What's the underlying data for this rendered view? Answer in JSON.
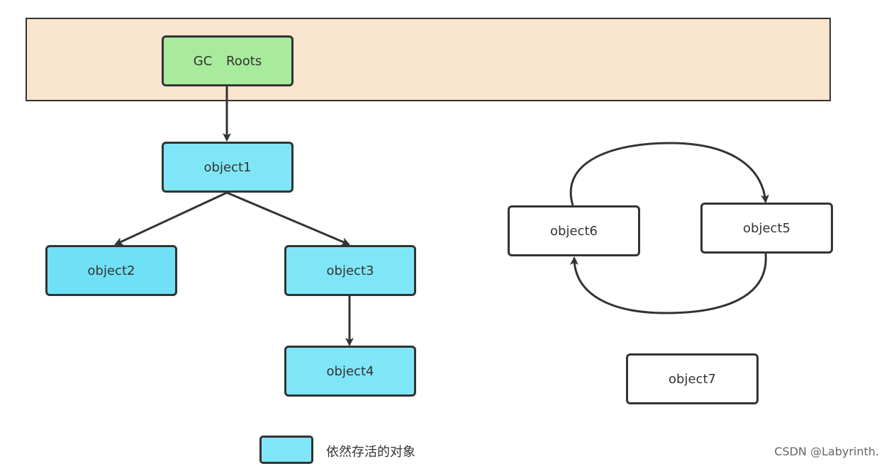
{
  "gc_roots": {
    "label": "GC   Roots"
  },
  "objects": {
    "object1": "object1",
    "object2": "object2",
    "object3": "object3",
    "object4": "object4",
    "object5": "object5",
    "object6": "object6",
    "object7": "object7"
  },
  "legend": {
    "label": "依然存活的对象"
  },
  "watermark": "CSDN @Labyrinth.",
  "colors": {
    "gc_roots_fill": "#a8eb9c",
    "roots_band_fill": "#fae5cf",
    "alive_fill": "#7fe6f7",
    "dead_fill": "#ffffff",
    "stroke": "#333333"
  },
  "edges": [
    {
      "from": "GC Roots",
      "to": "object1"
    },
    {
      "from": "object1",
      "to": "object2"
    },
    {
      "from": "object1",
      "to": "object3"
    },
    {
      "from": "object3",
      "to": "object4"
    },
    {
      "from": "object6",
      "to": "object5"
    },
    {
      "from": "object5",
      "to": "object6"
    }
  ]
}
